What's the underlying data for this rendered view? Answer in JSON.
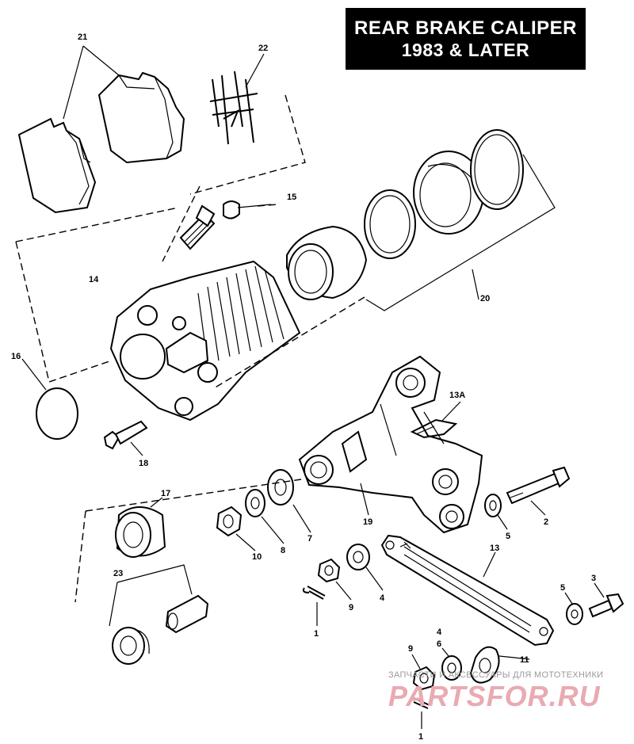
{
  "title": {
    "line1": "REAR BRAKE CALIPER",
    "line2": "1983 & LATER"
  },
  "callouts": {
    "c21": "21",
    "c22": "22",
    "c15": "15",
    "c14": "14",
    "c16": "16",
    "c18": "18",
    "c20": "20",
    "c13a": "13A",
    "c17": "17",
    "c10": "10",
    "c8": "8",
    "c7": "7",
    "c19": "19",
    "c5a": "5",
    "c2": "2",
    "c23": "23",
    "c13": "13",
    "c4a": "4",
    "c9a": "9",
    "c1a": "1",
    "c5b": "5",
    "c3": "3",
    "c4b": "4",
    "c6": "6",
    "c9b": "9",
    "c11": "11",
    "c1b": "1"
  },
  "watermark": {
    "top_text": "ЗАПЧАСТИ И АКСЕССУАРЫ ДЛЯ МОТОТЕХНИКИ",
    "logo_text": "PARTSFOR.RU"
  }
}
